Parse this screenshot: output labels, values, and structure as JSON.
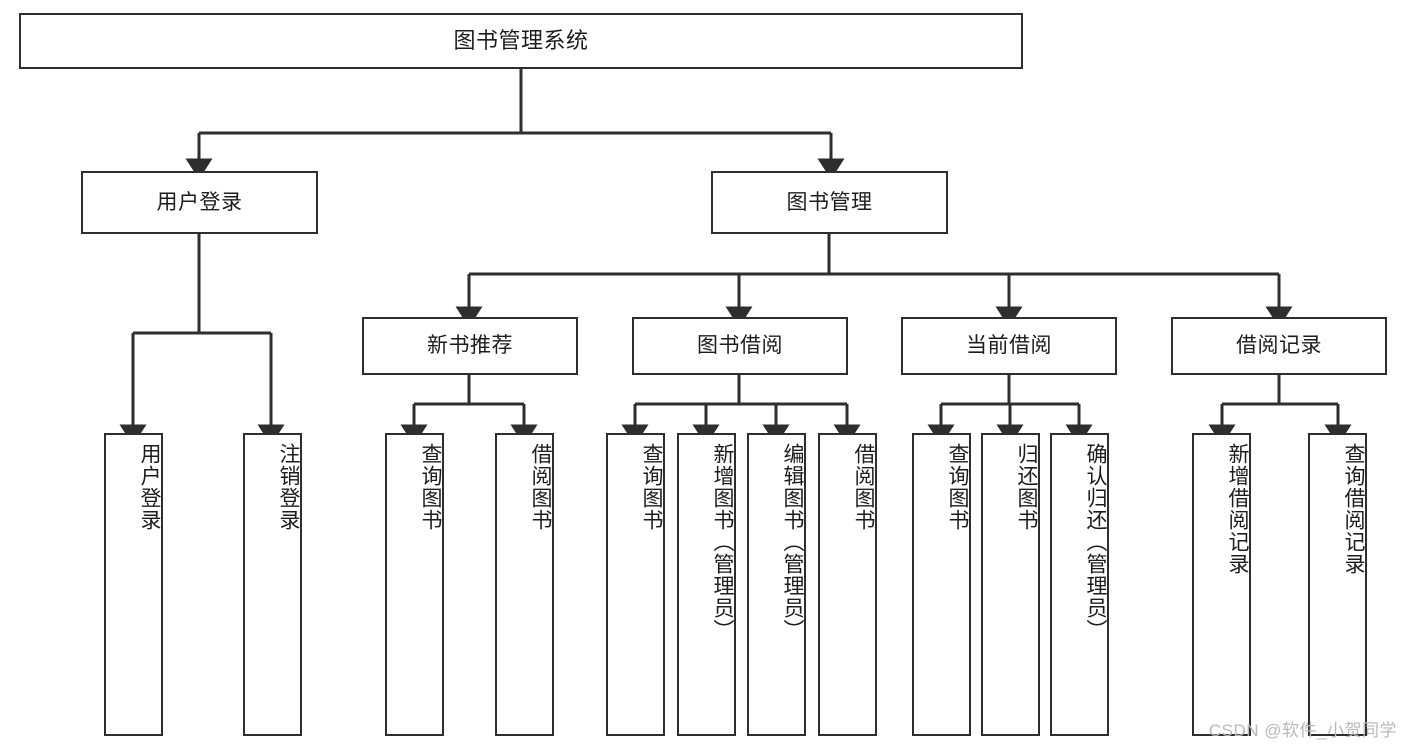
{
  "diagram": {
    "title": "图书管理系统",
    "type": "hierarchy-tree",
    "orientation": "top-down",
    "colors": {
      "box_border": "#2e2e2e",
      "box_fill": "#ffffff",
      "connector": "#2e2e2e",
      "text": "#1d1d1d",
      "watermark": "#b9b9b9",
      "background": "#ffffff"
    },
    "levels": [
      {
        "level": 1,
        "nodes": [
          {
            "id": "root",
            "label": "图书管理系统",
            "orientation": "horizontal"
          }
        ]
      },
      {
        "level": 2,
        "nodes": [
          {
            "id": "user-login",
            "label": "用户登录",
            "parent": "root",
            "orientation": "horizontal"
          },
          {
            "id": "book-manage",
            "label": "图书管理",
            "parent": "root",
            "orientation": "horizontal"
          }
        ]
      },
      {
        "level": 3,
        "nodes": [
          {
            "id": "new-book-rec",
            "label": "新书推荐",
            "parent": "book-manage",
            "orientation": "horizontal"
          },
          {
            "id": "book-borrow",
            "label": "图书借阅",
            "parent": "book-manage",
            "orientation": "horizontal"
          },
          {
            "id": "current-borrow",
            "label": "当前借阅",
            "parent": "book-manage",
            "orientation": "horizontal"
          },
          {
            "id": "borrow-record",
            "label": "借阅记录",
            "parent": "book-manage",
            "orientation": "horizontal"
          }
        ]
      },
      {
        "level": 4,
        "nodes": [
          {
            "id": "leaf-1",
            "label": "用户登录",
            "parent": "user-login",
            "orientation": "vertical"
          },
          {
            "id": "leaf-2",
            "label": "注销登录",
            "parent": "user-login",
            "orientation": "vertical"
          },
          {
            "id": "leaf-3",
            "label": "查询图书",
            "parent": "new-book-rec",
            "orientation": "vertical"
          },
          {
            "id": "leaf-4",
            "label": "借阅图书",
            "parent": "new-book-rec",
            "orientation": "vertical"
          },
          {
            "id": "leaf-5",
            "label": "查询图书",
            "parent": "book-borrow",
            "orientation": "vertical"
          },
          {
            "id": "leaf-6",
            "label": "新增图书（管理员）",
            "parent": "book-borrow",
            "orientation": "vertical"
          },
          {
            "id": "leaf-7",
            "label": "编辑图书（管理员）",
            "parent": "book-borrow",
            "orientation": "vertical"
          },
          {
            "id": "leaf-8",
            "label": "借阅图书",
            "parent": "book-borrow",
            "orientation": "vertical"
          },
          {
            "id": "leaf-9",
            "label": "查询图书",
            "parent": "current-borrow",
            "orientation": "vertical"
          },
          {
            "id": "leaf-10",
            "label": "归还图书",
            "parent": "current-borrow",
            "orientation": "vertical"
          },
          {
            "id": "leaf-11",
            "label": "确认归还（管理员）",
            "parent": "current-borrow",
            "orientation": "vertical"
          },
          {
            "id": "leaf-12",
            "label": "新增借阅记录",
            "parent": "borrow-record",
            "orientation": "vertical"
          },
          {
            "id": "leaf-13",
            "label": "查询借阅记录",
            "parent": "borrow-record",
            "orientation": "vertical"
          }
        ]
      }
    ]
  },
  "watermark": {
    "text": "CSDN @软件_小贺同学"
  }
}
